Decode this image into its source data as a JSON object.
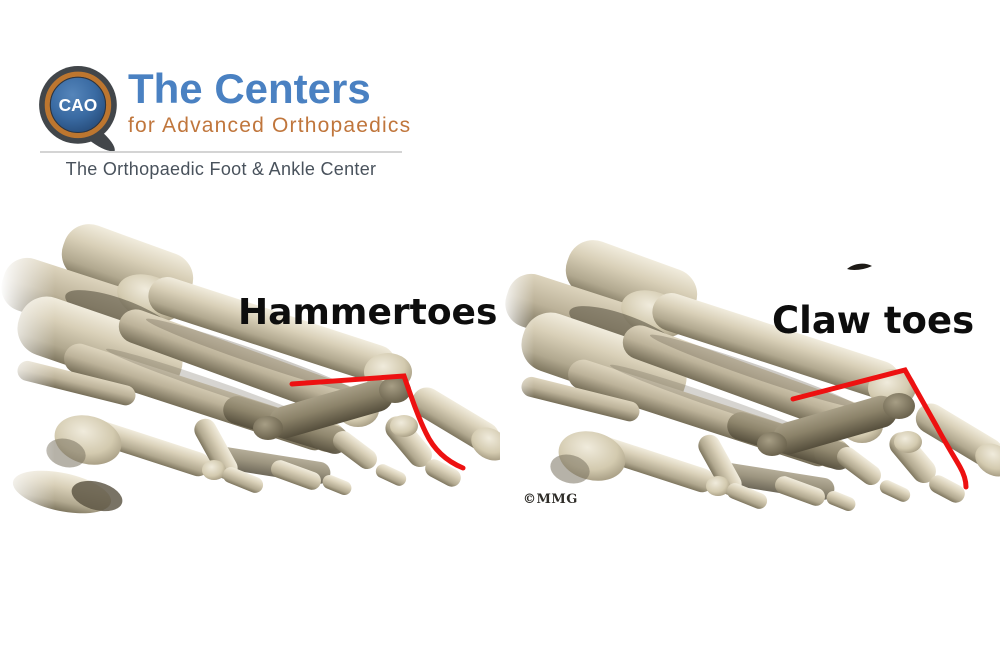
{
  "logo": {
    "badge": "CAO",
    "title": "The Centers",
    "subtitle": "for Advanced Orthopaedics",
    "tagline": "The Orthopaedic Foot & Ankle Center"
  },
  "figures": {
    "left": {
      "label": "Hammertoes"
    },
    "right": {
      "label": "Claw toes",
      "credit": "©MMG"
    }
  },
  "colors": {
    "brand_blue": "#4a81c2",
    "brand_orange": "#c0763c",
    "pin_charcoal": "#42464a",
    "pin_ring_orange": "#bd762f",
    "pin_blue_light": "#4678ae",
    "pin_blue_dark": "#254a78",
    "tagline_gray": "#49525c",
    "annotation_red": "#ed1111",
    "bone_light": "#f1ecdd",
    "bone_mid": "#c7bda4",
    "bone_shadow": "#6c6553",
    "label_black": "#0d0d0d"
  }
}
